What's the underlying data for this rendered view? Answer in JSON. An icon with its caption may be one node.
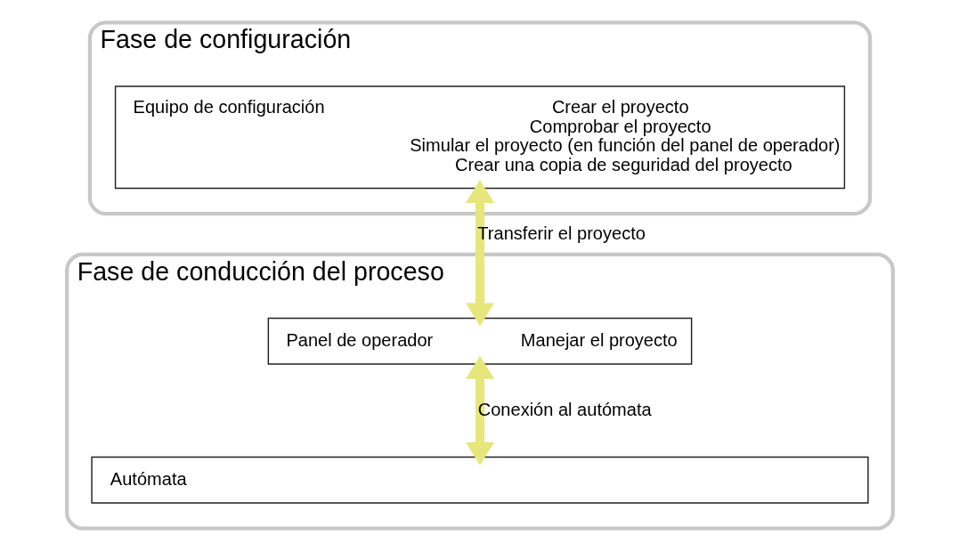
{
  "diagram": {
    "nodes": [
      {
        "text": [
          "Fase de configuración"
        ]
      },
      {
        "text": [
          "Equipo de configuración",
          "Crear el proyecto",
          "Comprobar el proyecto",
          "Simular el proyecto (en función del panel de operador)",
          "Crear una copia de seguridad del proyecto"
        ],
        "in": 0
      },
      {
        "text": [
          "Fase de conducción del proceso"
        ]
      },
      {
        "text": [
          "Panel de operador",
          "Manejar el proyecto"
        ],
        "in": 2
      },
      {
        "text": [
          "Autómata"
        ],
        "in": 2
      }
    ],
    "edges": [
      {
        "from": 1,
        "to": 3,
        "arrow": "both",
        "label": "Transferir el proyecto"
      },
      {
        "from": 3,
        "to": 4,
        "arrow": "both",
        "label": "Conexión al autómata"
      }
    ]
  }
}
